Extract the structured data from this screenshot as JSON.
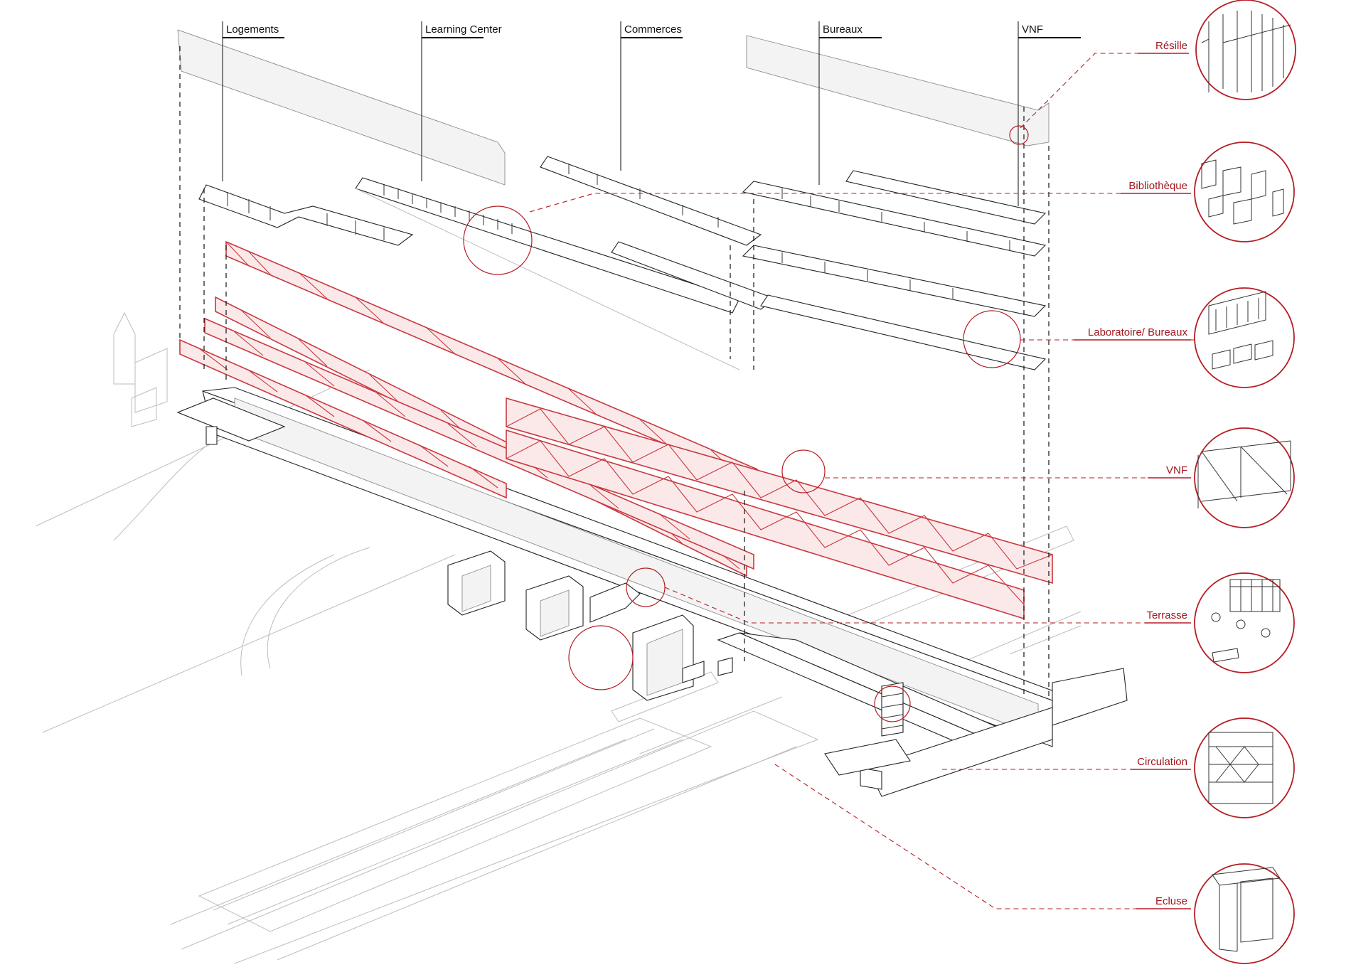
{
  "program_labels": [
    {
      "id": "logements",
      "text": "Logements"
    },
    {
      "id": "learning-center",
      "text": "Learning Center"
    },
    {
      "id": "commerces",
      "text": "Commerces"
    },
    {
      "id": "bureaux",
      "text": "Bureaux"
    },
    {
      "id": "vnf",
      "text": "VNF"
    }
  ],
  "detail_labels": [
    {
      "id": "resille",
      "text": "Résille"
    },
    {
      "id": "bibliotheque",
      "text": "Bibliothèque"
    },
    {
      "id": "laboratoire-bureaux",
      "text": "Laboratoire/ Bureaux"
    },
    {
      "id": "vnf-detail",
      "text": "VNF"
    },
    {
      "id": "terrasse",
      "text": "Terrasse"
    },
    {
      "id": "circulation",
      "text": "Circulation"
    },
    {
      "id": "ecluse",
      "text": "Ecluse"
    }
  ],
  "colors": {
    "accent_red": "#b51d23",
    "truss_red": "#c9383f",
    "ink": "#111111",
    "ghost": "#bdbdbd"
  }
}
